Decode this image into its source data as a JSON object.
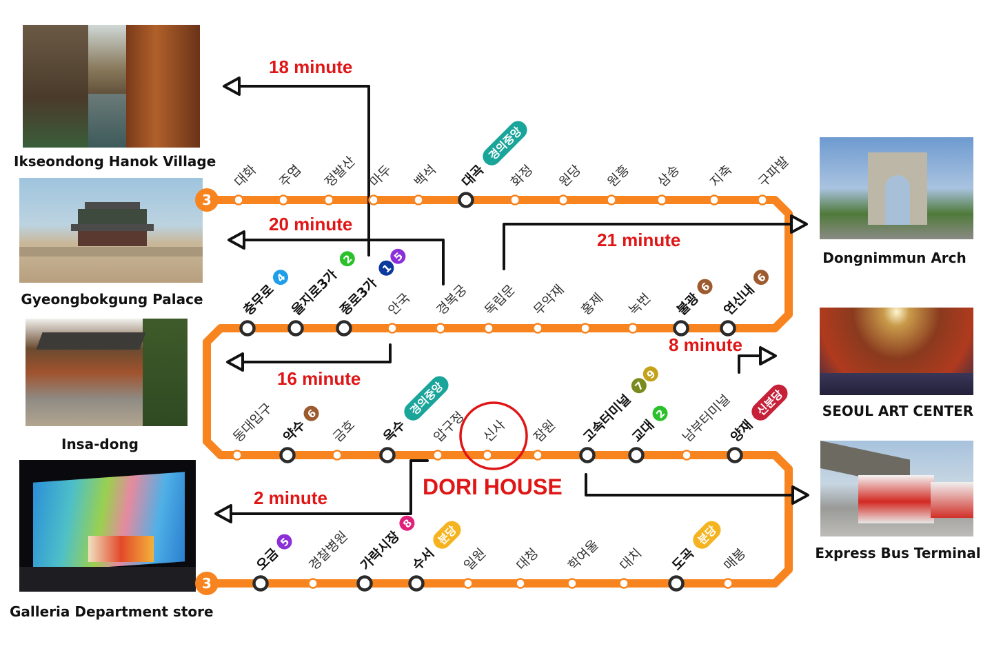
{
  "line": {
    "number": "3",
    "color": "#f7841f",
    "rows": [
      {
        "id": "row1",
        "stations": [
          {
            "name": "대화",
            "transfer": false
          },
          {
            "name": "주엽",
            "transfer": false
          },
          {
            "name": "정발산",
            "transfer": false
          },
          {
            "name": "마두",
            "transfer": false
          },
          {
            "name": "백석",
            "transfer": false
          },
          {
            "name": "대곡",
            "transfer": true,
            "badges": [
              {
                "text": "경의중앙",
                "color": "#1aa59a"
              }
            ]
          },
          {
            "name": "화정",
            "transfer": false
          },
          {
            "name": "원당",
            "transfer": false
          },
          {
            "name": "원흥",
            "transfer": false
          },
          {
            "name": "삼송",
            "transfer": false
          },
          {
            "name": "지축",
            "transfer": false
          },
          {
            "name": "구파발",
            "transfer": false
          }
        ]
      },
      {
        "id": "row2",
        "stations": [
          {
            "name": "충무로",
            "transfer": true,
            "badges": [
              {
                "text": "4",
                "color": "#1e9ee8"
              }
            ]
          },
          {
            "name": "을지로3가",
            "transfer": true,
            "badges": [
              {
                "text": "2",
                "color": "#2cc12c"
              }
            ]
          },
          {
            "name": "종로3가",
            "transfer": true,
            "badges": [
              {
                "text": "1",
                "color": "#0b3a9c"
              },
              {
                "text": "5",
                "color": "#8b2fd8"
              }
            ]
          },
          {
            "name": "안국",
            "transfer": false
          },
          {
            "name": "경복궁",
            "transfer": false
          },
          {
            "name": "독립문",
            "transfer": false
          },
          {
            "name": "무악재",
            "transfer": false
          },
          {
            "name": "홍제",
            "transfer": false
          },
          {
            "name": "녹번",
            "transfer": false
          },
          {
            "name": "불광",
            "transfer": true,
            "badges": [
              {
                "text": "6",
                "color": "#9c5a2e"
              }
            ]
          },
          {
            "name": "연신내",
            "transfer": true,
            "badges": [
              {
                "text": "6",
                "color": "#9c5a2e"
              }
            ]
          }
        ]
      },
      {
        "id": "row3",
        "stations": [
          {
            "name": "동대입구",
            "transfer": false
          },
          {
            "name": "약수",
            "transfer": true,
            "badges": [
              {
                "text": "6",
                "color": "#9c5a2e"
              }
            ]
          },
          {
            "name": "금호",
            "transfer": false
          },
          {
            "name": "옥수",
            "transfer": true,
            "badges": [
              {
                "text": "경의중앙",
                "color": "#1aa59a"
              }
            ]
          },
          {
            "name": "압구정",
            "transfer": false
          },
          {
            "name": "신사",
            "transfer": false
          },
          {
            "name": "잠원",
            "transfer": false
          },
          {
            "name": "고속터미널",
            "transfer": true,
            "badges": [
              {
                "text": "7",
                "color": "#7a8a1c"
              },
              {
                "text": "9",
                "color": "#c4a21c"
              }
            ]
          },
          {
            "name": "교대",
            "transfer": true,
            "badges": [
              {
                "text": "2",
                "color": "#2cc12c"
              }
            ]
          },
          {
            "name": "남부터미널",
            "transfer": false
          },
          {
            "name": "양재",
            "transfer": true,
            "badges": [
              {
                "text": "신분당",
                "color": "#c7213a"
              }
            ]
          }
        ]
      },
      {
        "id": "row4",
        "stations": [
          {
            "name": "오금",
            "transfer": true,
            "badges": [
              {
                "text": "5",
                "color": "#8b2fd8"
              }
            ]
          },
          {
            "name": "경찰병원",
            "transfer": false
          },
          {
            "name": "가락시장",
            "transfer": true,
            "badges": [
              {
                "text": "8",
                "color": "#e0207a"
              }
            ]
          },
          {
            "name": "수서",
            "transfer": true,
            "badges": [
              {
                "text": "분당",
                "color": "#f5b31f"
              }
            ]
          },
          {
            "name": "일원",
            "transfer": false
          },
          {
            "name": "대청",
            "transfer": false
          },
          {
            "name": "학여울",
            "transfer": false
          },
          {
            "name": "대치",
            "transfer": false
          },
          {
            "name": "도곡",
            "transfer": true,
            "badges": [
              {
                "text": "분당",
                "color": "#f5b31f"
              }
            ]
          },
          {
            "name": "매봉",
            "transfer": false
          }
        ]
      }
    ]
  },
  "home": {
    "label": "DORI HOUSE",
    "station": "신사",
    "highlight_color": "#e01515"
  },
  "routes": [
    {
      "id": "ikseondong",
      "time": "18 minute",
      "direction": "left"
    },
    {
      "id": "gyeongbokgung",
      "time": "20 minute",
      "direction": "left"
    },
    {
      "id": "insadong",
      "time": "16 minute",
      "direction": "left"
    },
    {
      "id": "galleria",
      "time": "2 minute",
      "direction": "left"
    },
    {
      "id": "dongnimmun",
      "time": "21 minute",
      "direction": "right"
    },
    {
      "id": "seoul-art-center",
      "time": "8 minute",
      "direction": "right"
    },
    {
      "id": "express-bus",
      "time": "",
      "direction": "right"
    }
  ],
  "destinations": {
    "left": [
      {
        "id": "ikseondong",
        "name": "Ikseondong Hanok Village"
      },
      {
        "id": "gyeongbokgung",
        "name": "Gyeongbokgung Palace"
      },
      {
        "id": "insadong",
        "name": "Insa-dong"
      },
      {
        "id": "galleria",
        "name": "Galleria Department store"
      }
    ],
    "right": [
      {
        "id": "dongnimmun",
        "name": "Dongnimmun Arch"
      },
      {
        "id": "seoul-art-center",
        "name": "SEOUL ART CENTER"
      },
      {
        "id": "express-bus",
        "name": "Express Bus Terminal"
      }
    ]
  }
}
